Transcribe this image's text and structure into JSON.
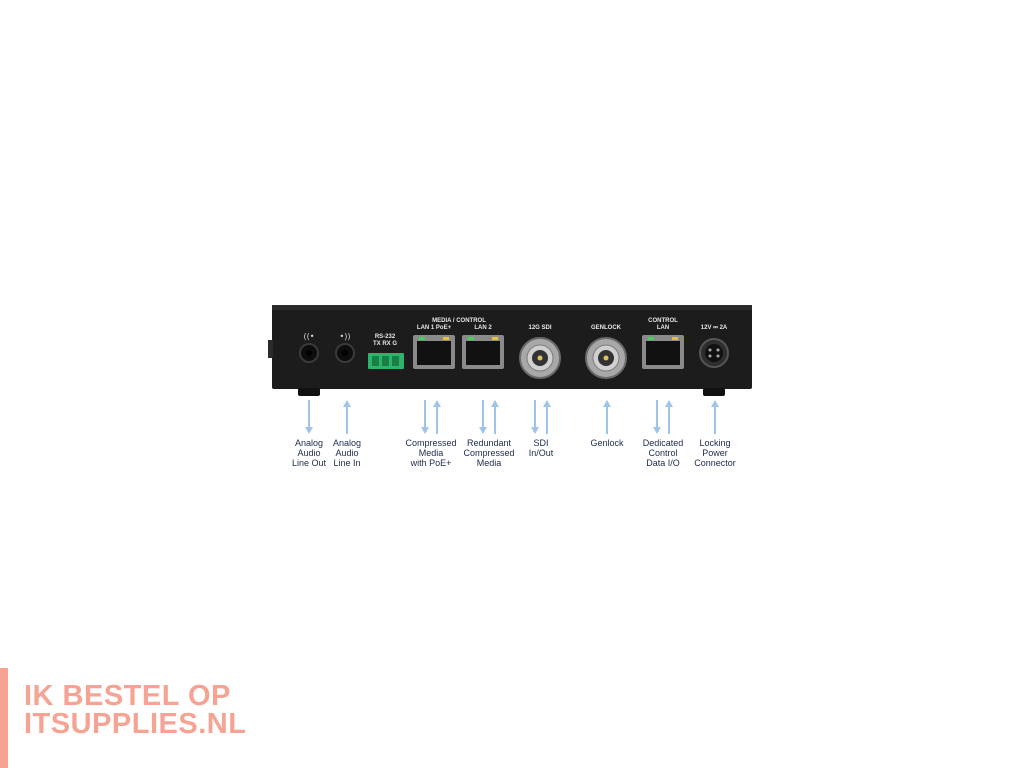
{
  "colors": {
    "chassis": "#1c1c1c",
    "chassis_edge": "#2b2b2b",
    "arrow": "#9ec4e8",
    "label_text": "#1b2a4a",
    "rs232_green": "#2fb36a",
    "led_green": "#43d15a",
    "led_amber": "#e8c23a",
    "watermark": "#f7a394"
  },
  "panel_labels": {
    "media_control": "MEDIA / CONTROL",
    "lan1": "LAN 1  PoE+",
    "lan2": "LAN 2",
    "rs232": "RS-232\nTX RX G",
    "sdi": "12G  SDI",
    "genlock": "GENLOCK",
    "control_lan": "CONTROL\nLAN",
    "power": "12V ⎓ 2A"
  },
  "ports": [
    {
      "id": "analog-out",
      "label": "Analog\nAudio\nLine Out",
      "directions": [
        "down"
      ],
      "icon": "audio-out-icon"
    },
    {
      "id": "analog-in",
      "label": "Analog\nAudio\nLine In",
      "directions": [
        "up"
      ],
      "icon": "audio-in-icon"
    },
    {
      "id": "lan1",
      "label": "Compressed\nMedia\nwith PoE+",
      "directions": [
        "down",
        "up"
      ],
      "icon": "rj45-port-icon"
    },
    {
      "id": "lan2",
      "label": "Redundant\nCompressed\nMedia",
      "directions": [
        "down",
        "up"
      ],
      "icon": "rj45-port-icon"
    },
    {
      "id": "sdi",
      "label": "SDI\nIn/Out",
      "directions": [
        "down",
        "up"
      ],
      "icon": "bnc-connector-icon"
    },
    {
      "id": "genlock",
      "label": "Genlock",
      "directions": [
        "up"
      ],
      "icon": "bnc-connector-icon"
    },
    {
      "id": "control-lan",
      "label": "Dedicated\nControl\nData I/O",
      "directions": [
        "down",
        "up"
      ],
      "icon": "rj45-port-icon"
    },
    {
      "id": "power",
      "label": "Locking\nPower\nConnector",
      "directions": [
        "up"
      ],
      "icon": "din-power-connector-icon"
    }
  ],
  "watermark": {
    "line1": "IK BESTEL OP",
    "line2": "ITSUPPLIES.NL"
  }
}
